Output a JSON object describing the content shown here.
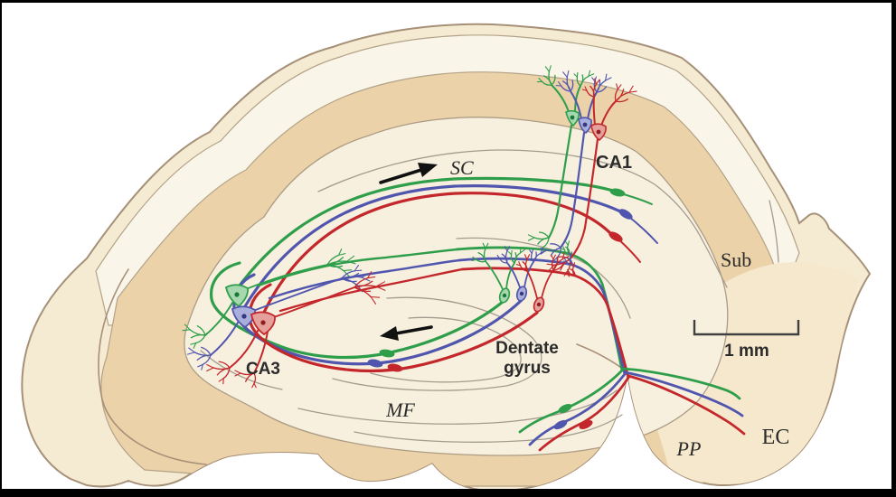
{
  "figure": {
    "title": "Hippocampal slice circuit diagram",
    "background": "#ffffff",
    "frame_color": "#000000"
  },
  "labels": {
    "sc": "SC",
    "ca1": "CA1",
    "sub": "Sub",
    "dentate_line1": "Dentate",
    "dentate_line2": "gyrus",
    "ca3": "CA3",
    "mf": "MF",
    "pp": "PP",
    "ec": "EC"
  },
  "scale_bar": {
    "label": "1 mm"
  },
  "arrows": [
    {
      "id": "sc-flow-arrow",
      "direction": "right"
    },
    {
      "id": "mf-flow-arrow",
      "direction": "left"
    }
  ],
  "palette": {
    "pathway_green": "#2f9e4b",
    "pathway_blue": "#5055ae",
    "pathway_red": "#c4272b",
    "slice_cream": "#f5ebd2",
    "slice_light_band": "#faf5e9",
    "slice_tan": "#ecd2a8",
    "slice_pale_inner": "#f7f0de",
    "outline_stroke": "#a69078",
    "contour_gray": "#a49b8f",
    "text_color": "#2b2b2b"
  }
}
